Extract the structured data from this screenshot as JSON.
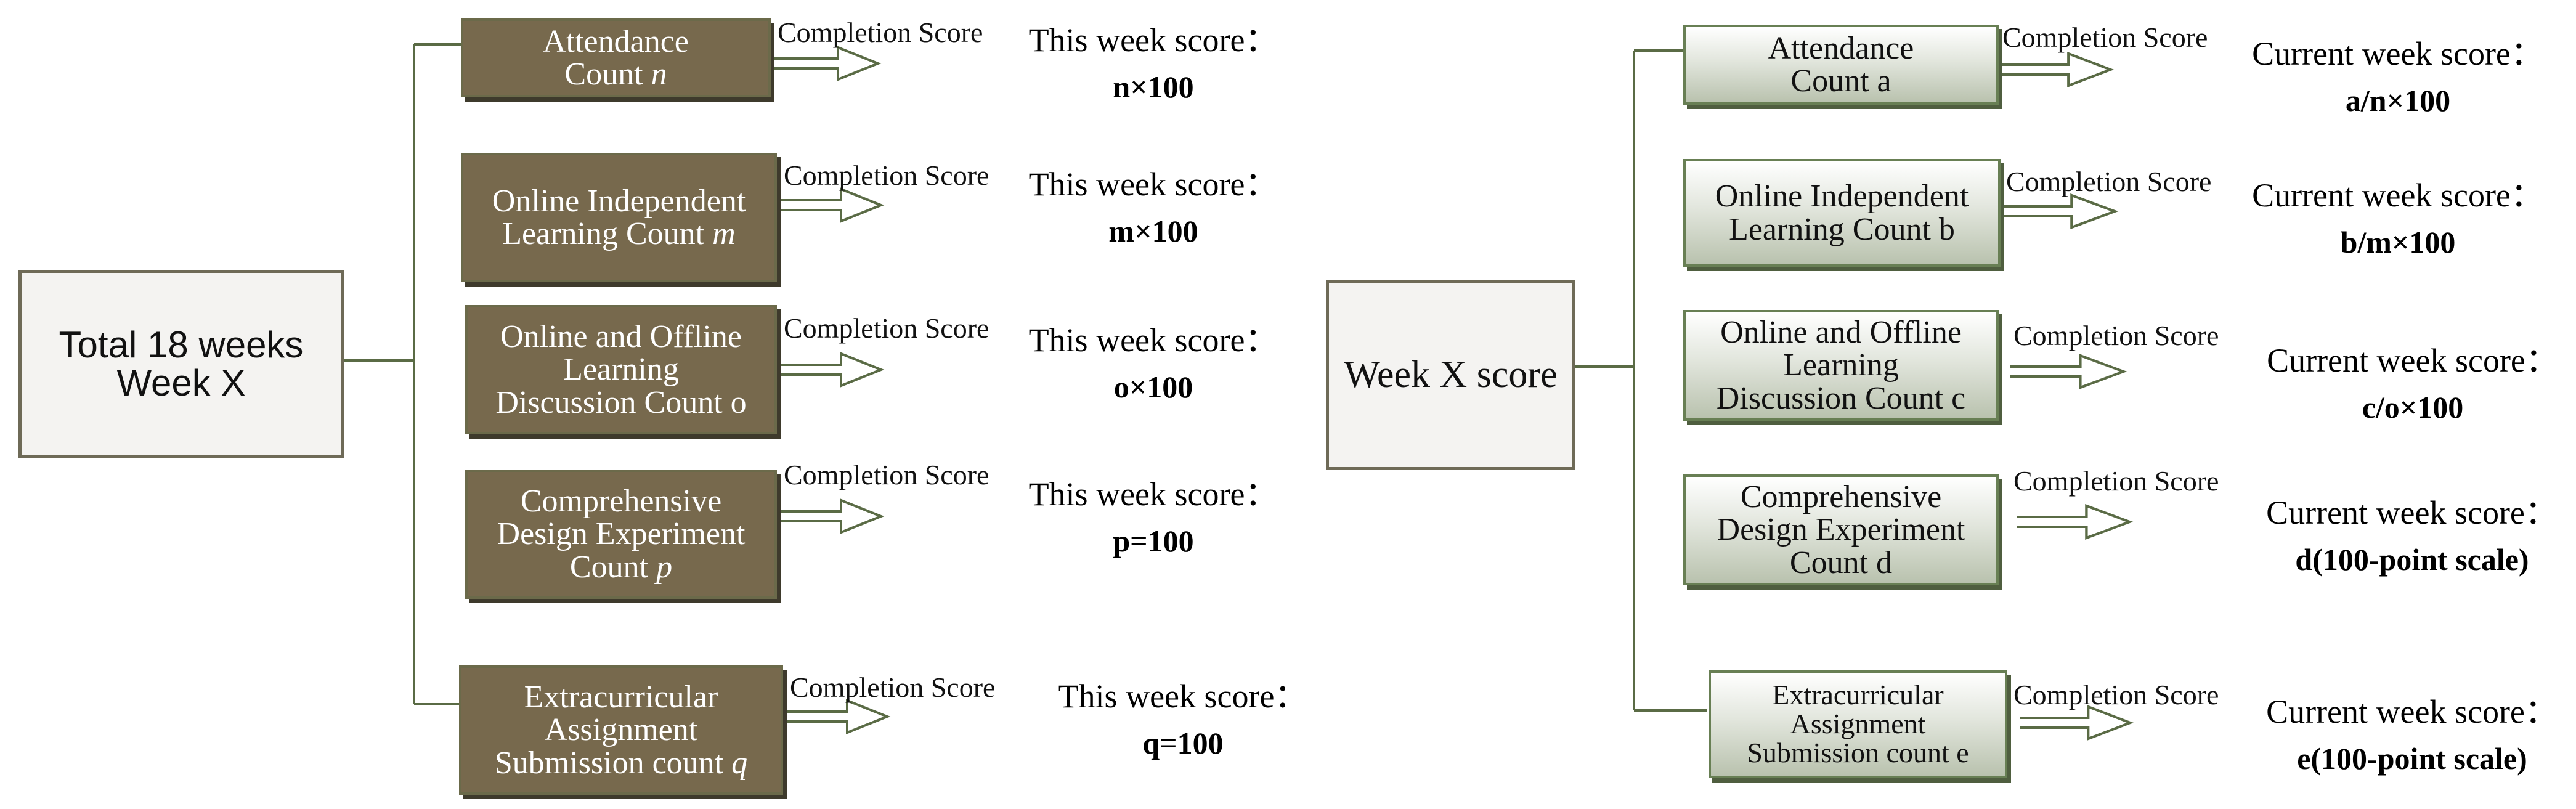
{
  "left": {
    "root": [
      "Total 18 weeks",
      "Week X"
    ],
    "arrow_label": "Completion Score",
    "score_title": "This week score：",
    "items": [
      {
        "lines": [
          "Attendance",
          "Count "
        ],
        "var": "n",
        "value": "n×100"
      },
      {
        "lines": [
          "Online Independent",
          "Learning Count "
        ],
        "var": "m",
        "value": "m×100"
      },
      {
        "lines": [
          "Online and Offline",
          "Learning",
          "Discussion Count o"
        ],
        "var": "",
        "value": "o×100"
      },
      {
        "lines": [
          "Comprehensive",
          "Design Experiment",
          "Count "
        ],
        "var": "p",
        "value": "p=100"
      },
      {
        "lines": [
          "Extracurricular",
          "Assignment",
          "Submission count "
        ],
        "var": "q",
        "value": "q=100"
      }
    ]
  },
  "right": {
    "root": "Week X score",
    "arrow_label": "Completion Score",
    "score_title": "Current week score：",
    "items": [
      {
        "lines": [
          "Attendance",
          "Count a"
        ],
        "value": "a/n×100"
      },
      {
        "lines": [
          "Online Independent",
          "Learning Count b"
        ],
        "value": "b/m×100"
      },
      {
        "lines": [
          "Online and Offline",
          "Learning",
          "Discussion Count c"
        ],
        "value": "c/o×100"
      },
      {
        "lines": [
          "Comprehensive",
          "Design Experiment",
          "Count d"
        ],
        "value": "d(100-point scale)"
      },
      {
        "lines": [
          "Extracurricular",
          "Assignment",
          "Submission count e"
        ],
        "value": "e(100-point scale)"
      }
    ]
  },
  "colors": {
    "left_box": "#77694d",
    "right_box_edge": "#687f54",
    "connector": "#5a6b45"
  }
}
